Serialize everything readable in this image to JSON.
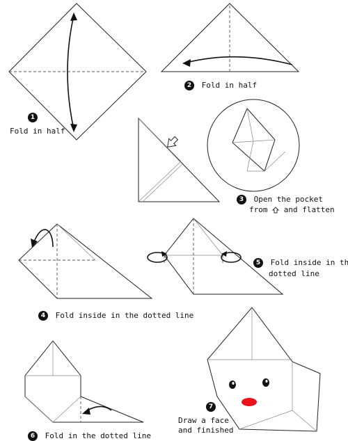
{
  "steps": [
    {
      "number": "1",
      "text": "Fold in half"
    },
    {
      "number": "2",
      "text": "Fold in half"
    },
    {
      "number": "3",
      "line1": "Open the pocket",
      "line2_before": "from",
      "line2_after": "and flatten"
    },
    {
      "number": "4",
      "text": "Fold inside in the dotted line"
    },
    {
      "number": "5",
      "line1": "Fold inside in the",
      "line2": "dotted line"
    },
    {
      "number": "6",
      "text": "Fold in the dotted line"
    },
    {
      "number": "7",
      "line1": "Draw a face",
      "line2": "and finished"
    }
  ],
  "colors": {
    "line": "#222222",
    "nose": "#e8141b",
    "eye": "#111111"
  },
  "icons": {
    "pocket_marker": "up-arrow-outline-icon"
  }
}
